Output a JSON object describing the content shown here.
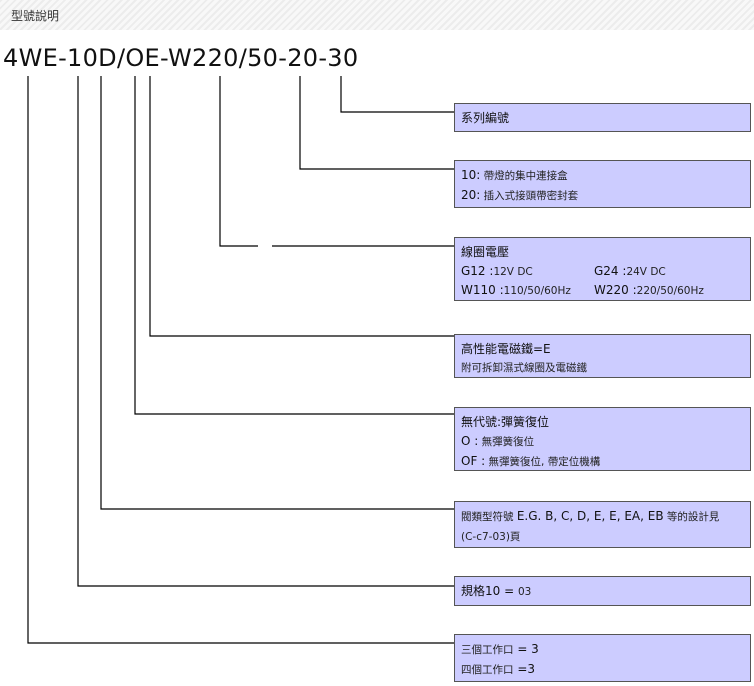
{
  "header": {
    "title": "型號說明"
  },
  "model_code": "4WE-10D/OE-W220/50-20-30",
  "boxes": {
    "series": {
      "title": "系列編號"
    },
    "connector": {
      "l1_code": "10:",
      "l1_text": " 帶燈的集中連接盒",
      "l2_code": "20:",
      "l2_text": " 插入式接頭帶密封套"
    },
    "voltage": {
      "title": "線圈電壓",
      "g12_code": "G12 :",
      "g12_val": "12V DC",
      "g24_code": "G24 :",
      "g24_val": "24V DC",
      "w110_code": "W110 :",
      "w110_val": "110/50/60Hz",
      "w220_code": "W220 :",
      "w220_val": "220/50/60Hz"
    },
    "solenoid": {
      "title": "高性能電磁鐵=E",
      "sub": "附可拆卸濕式線圈及電磁鐵"
    },
    "spring": {
      "title": "無代號:彈簧復位",
      "o_code": "O :",
      "o_text": " 無彈簧復位",
      "of_code": "OF :",
      "of_text": " 無彈簧復位, 帶定位機構"
    },
    "spool": {
      "l1_a": "閥類型符號 ",
      "l1_b": "E.G. B, C, D, E, E, EA, EB",
      "l1_c": " 等的設計見",
      "l2_a": "(C-c7-03)",
      "l2_b": "頁"
    },
    "size": {
      "a": "規格10",
      "b": " = ",
      "c": "03"
    },
    "ports": {
      "l1_a": "三個工作口",
      "l1_b": " = 3",
      "l2_a": "四個工作口",
      "l2_b": " =3"
    }
  }
}
